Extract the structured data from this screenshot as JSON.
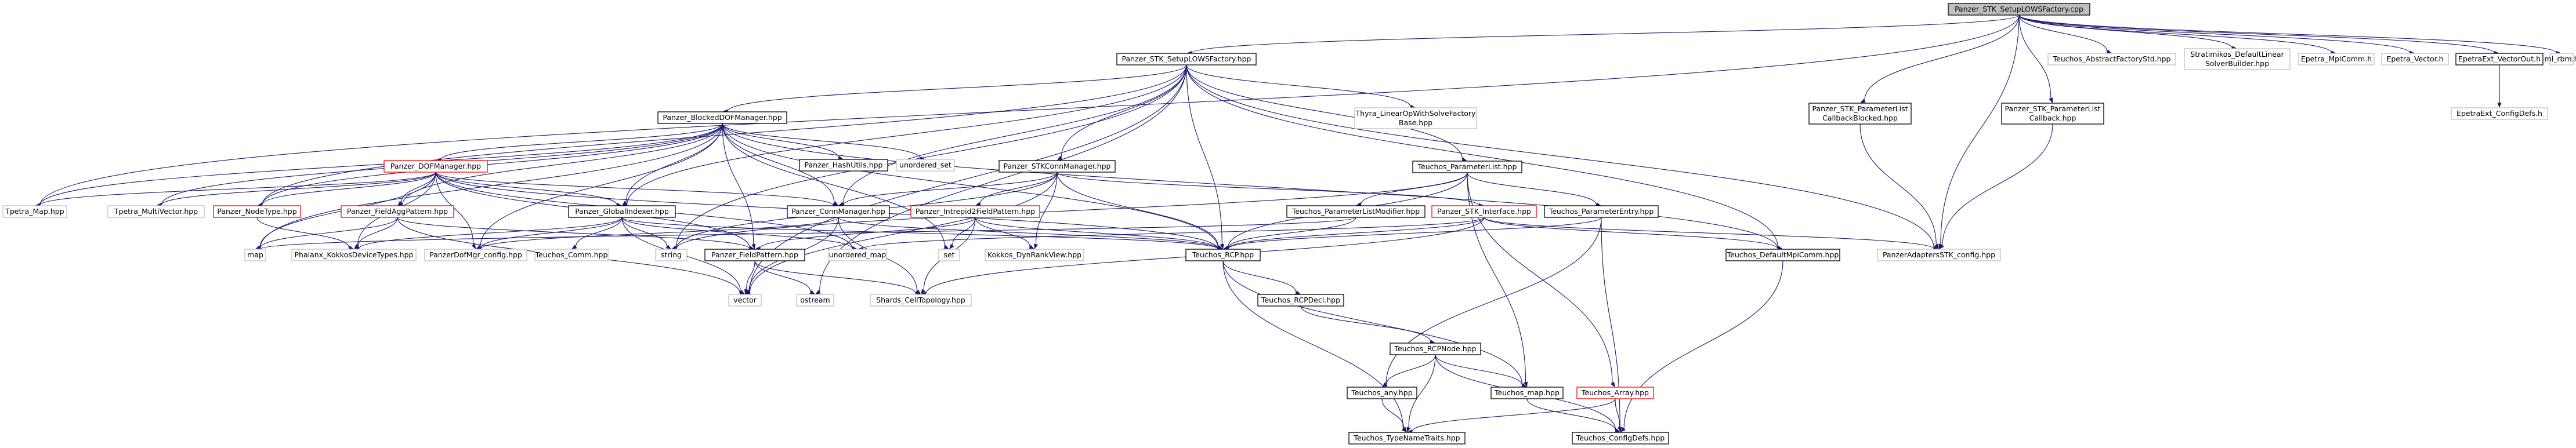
{
  "nodes": [
    {
      "id": "root",
      "label": "Panzer_STK_SetupLOWSFactory.cpp",
      "fill": "#bfbfbf",
      "stroke": "#000000",
      "link": false
    },
    {
      "id": "stkhpp",
      "label": "Panzer_STK_SetupLOWSFactory.hpp",
      "fill": "#ffffff",
      "stroke": "#000000",
      "link": true
    },
    {
      "id": "abs_std",
      "label": "Teuchos_AbstractFactoryStd.hpp",
      "fill": "#ffffff",
      "stroke": "#bfbfbf",
      "link": false
    },
    {
      "id": "strat",
      "label": "Stratimikos_DefaultLinear",
      "label2": "SolverBuilder.hpp",
      "fill": "#ffffff",
      "stroke": "#bfbfbf",
      "link": false
    },
    {
      "id": "epetra_mpi",
      "label": "Epetra_MpiComm.h",
      "fill": "#ffffff",
      "stroke": "#bfbfbf",
      "link": false
    },
    {
      "id": "epetra_vec",
      "label": "Epetra_Vector.h",
      "fill": "#ffffff",
      "stroke": "#bfbfbf",
      "link": false
    },
    {
      "id": "epetraext_vo",
      "label": "EpetraExt_VectorOut.h",
      "fill": "#ffffff",
      "stroke": "#000000",
      "link": true
    },
    {
      "id": "mlrbm",
      "label": "ml_rbm.h",
      "fill": "#ffffff",
      "stroke": "#bfbfbf",
      "link": false
    },
    {
      "id": "pl_cb_blocked",
      "label": "Panzer_STK_ParameterList",
      "label2": "CallbackBlocked.hpp",
      "fill": "#ffffff",
      "stroke": "#000000",
      "link": true
    },
    {
      "id": "pl_cb",
      "label": "Panzer_STK_ParameterList",
      "label2": "Callback.hpp",
      "fill": "#ffffff",
      "stroke": "#000000",
      "link": true
    },
    {
      "id": "epetraext_cfg",
      "label": "EpetraExt_ConfigDefs.h",
      "fill": "#ffffff",
      "stroke": "#bfbfbf",
      "link": false
    },
    {
      "id": "blocked",
      "label": "Panzer_BlockedDOFManager.hpp",
      "fill": "#ffffff",
      "stroke": "#000000",
      "link": true
    },
    {
      "id": "thyra",
      "label": "Thyra_LinearOpWithSolveFactory",
      "label2": "Base.hpp",
      "fill": "#ffffff",
      "stroke": "#bfbfbf",
      "link": false
    },
    {
      "id": "tpl",
      "label": "Teuchos_ParameterList.hpp",
      "fill": "#ffffff",
      "stroke": "#000000",
      "link": true
    },
    {
      "id": "hashutils",
      "label": "Panzer_HashUtils.hpp",
      "fill": "#ffffff",
      "stroke": "#000000",
      "link": true
    },
    {
      "id": "unordered_set",
      "label": "unordered_set",
      "fill": "#ffffff",
      "stroke": "#bfbfbf",
      "link": false
    },
    {
      "id": "stkconn",
      "label": "Panzer_STKConnManager.hpp",
      "fill": "#ffffff",
      "stroke": "#000000",
      "link": true
    },
    {
      "id": "dofmgr",
      "label": "Panzer_DOFManager.hpp",
      "fill": "#ffffff",
      "stroke": "#ff0000",
      "link": true
    },
    {
      "id": "tpetra_map",
      "label": "Tpetra_Map.hpp",
      "fill": "#ffffff",
      "stroke": "#bfbfbf",
      "link": false
    },
    {
      "id": "tpetra_mv",
      "label": "Tpetra_MultiVector.hpp",
      "fill": "#ffffff",
      "stroke": "#bfbfbf",
      "link": false
    },
    {
      "id": "nodetype",
      "label": "Panzer_NodeType.hpp",
      "fill": "#ffffff",
      "stroke": "#ff0000",
      "link": true
    },
    {
      "id": "fieldagg",
      "label": "Panzer_FieldAggPattern.hpp",
      "fill": "#ffffff",
      "stroke": "#ff0000",
      "link": true
    },
    {
      "id": "globalidx",
      "label": "Panzer_GlobalIndexer.hpp",
      "fill": "#ffffff",
      "stroke": "#000000",
      "link": true
    },
    {
      "id": "connmgr",
      "label": "Panzer_ConnManager.hpp",
      "fill": "#ffffff",
      "stroke": "#000000",
      "link": true
    },
    {
      "id": "intrepid",
      "label": "Panzer_Intrepid2FieldPattern.hpp",
      "fill": "#ffffff",
      "stroke": "#ff0000",
      "link": true
    },
    {
      "id": "plmodifier",
      "label": "Teuchos_ParameterListModifier.hpp",
      "fill": "#ffffff",
      "stroke": "#000000",
      "link": true
    },
    {
      "id": "stkiface",
      "label": "Panzer_STK_Interface.hpp",
      "fill": "#ffffff",
      "stroke": "#ff0000",
      "link": true
    },
    {
      "id": "pentry",
      "label": "Teuchos_ParameterEntry.hpp",
      "fill": "#ffffff",
      "stroke": "#000000",
      "link": true
    },
    {
      "id": "map",
      "label": "map",
      "fill": "#ffffff",
      "stroke": "#bfbfbf",
      "link": false
    },
    {
      "id": "phalanx",
      "label": "Phalanx_KokkosDeviceTypes.hpp",
      "fill": "#ffffff",
      "stroke": "#bfbfbf",
      "link": false
    },
    {
      "id": "panzer_cfg",
      "label": "PanzerDofMgr_config.hpp",
      "fill": "#ffffff",
      "stroke": "#bfbfbf",
      "link": false
    },
    {
      "id": "tcomm",
      "label": "Teuchos_Comm.hpp",
      "fill": "#ffffff",
      "stroke": "#bfbfbf",
      "link": false
    },
    {
      "id": "string",
      "label": "string",
      "fill": "#ffffff",
      "stroke": "#bfbfbf",
      "link": false
    },
    {
      "id": "fieldpattern",
      "label": "Panzer_FieldPattern.hpp",
      "fill": "#ffffff",
      "stroke": "#000000",
      "link": true
    },
    {
      "id": "unordered_map",
      "label": "unordered_map",
      "fill": "#ffffff",
      "stroke": "#bfbfbf",
      "link": false
    },
    {
      "id": "set",
      "label": "set",
      "fill": "#ffffff",
      "stroke": "#bfbfbf",
      "link": false
    },
    {
      "id": "kokkos_drv",
      "label": "Kokkos_DynRankView.hpp",
      "fill": "#ffffff",
      "stroke": "#bfbfbf",
      "link": false
    },
    {
      "id": "rcp",
      "label": "Teuchos_RCP.hpp",
      "fill": "#ffffff",
      "stroke": "#000000",
      "link": true
    },
    {
      "id": "defmpicomm",
      "label": "Teuchos_DefaultMpiComm.hpp",
      "fill": "#ffffff",
      "stroke": "#000000",
      "link": true
    },
    {
      "id": "adaptstk",
      "label": "PanzerAdaptersSTK_config.hpp",
      "fill": "#ffffff",
      "stroke": "#bfbfbf",
      "link": false
    },
    {
      "id": "vector",
      "label": "vector",
      "fill": "#ffffff",
      "stroke": "#bfbfbf",
      "link": false
    },
    {
      "id": "ostream",
      "label": "ostream",
      "fill": "#ffffff",
      "stroke": "#bfbfbf",
      "link": false
    },
    {
      "id": "shards",
      "label": "Shards_CellTopology.hpp",
      "fill": "#ffffff",
      "stroke": "#bfbfbf",
      "link": false
    },
    {
      "id": "rcpdecl",
      "label": "Teuchos_RCPDecl.hpp",
      "fill": "#ffffff",
      "stroke": "#000000",
      "link": true
    },
    {
      "id": "rcpnode",
      "label": "Teuchos_RCPNode.hpp",
      "fill": "#ffffff",
      "stroke": "#000000",
      "link": true
    },
    {
      "id": "tany",
      "label": "Teuchos_any.hpp",
      "fill": "#ffffff",
      "stroke": "#000000",
      "link": true
    },
    {
      "id": "tmap",
      "label": "Teuchos_map.hpp",
      "fill": "#ffffff",
      "stroke": "#000000",
      "link": true
    },
    {
      "id": "tarray",
      "label": "Teuchos_Array.hpp",
      "fill": "#ffffff",
      "stroke": "#ff0000",
      "link": true
    },
    {
      "id": "typenametraits",
      "label": "Teuchos_TypeNameTraits.hpp",
      "fill": "#ffffff",
      "stroke": "#000000",
      "link": true
    },
    {
      "id": "configdefs",
      "label": "Teuchos_ConfigDefs.hpp",
      "fill": "#ffffff",
      "stroke": "#000000",
      "link": true
    }
  ],
  "edges": [
    [
      "root",
      "stkhpp"
    ],
    [
      "root",
      "abs_std"
    ],
    [
      "root",
      "strat"
    ],
    [
      "root",
      "epetra_mpi"
    ],
    [
      "root",
      "epetra_vec"
    ],
    [
      "root",
      "epetraext_vo"
    ],
    [
      "root",
      "mlrbm"
    ],
    [
      "root",
      "pl_cb_blocked"
    ],
    [
      "root",
      "pl_cb"
    ],
    [
      "root",
      "adaptstk"
    ],
    [
      "root",
      "tpetra_map"
    ],
    [
      "epetraext_vo",
      "epetraext_cfg"
    ],
    [
      "pl_cb_blocked",
      "adaptstk"
    ],
    [
      "pl_cb",
      "adaptstk"
    ],
    [
      "stkhpp",
      "blocked"
    ],
    [
      "stkhpp",
      "thyra"
    ],
    [
      "stkhpp",
      "tpl"
    ],
    [
      "stkhpp",
      "stkconn"
    ],
    [
      "stkhpp",
      "connmgr"
    ],
    [
      "stkhpp",
      "globalidx"
    ],
    [
      "stkhpp",
      "rcp"
    ],
    [
      "stkhpp",
      "string"
    ],
    [
      "stkhpp",
      "vector"
    ],
    [
      "stkhpp",
      "ostream"
    ],
    [
      "stkhpp",
      "adaptstk"
    ],
    [
      "stkhpp",
      "defmpicomm"
    ],
    [
      "stkhpp",
      "nodetype"
    ],
    [
      "blocked",
      "hashutils"
    ],
    [
      "blocked",
      "unordered_set"
    ],
    [
      "blocked",
      "dofmgr"
    ],
    [
      "blocked",
      "globalidx"
    ],
    [
      "blocked",
      "fieldagg"
    ],
    [
      "blocked",
      "connmgr"
    ],
    [
      "blocked",
      "fieldpattern"
    ],
    [
      "blocked",
      "nodetype"
    ],
    [
      "blocked",
      "tpetra_map"
    ],
    [
      "blocked",
      "tpetra_mv"
    ],
    [
      "blocked",
      "rcp"
    ],
    [
      "blocked",
      "defmpicomm"
    ],
    [
      "blocked",
      "map"
    ],
    [
      "blocked",
      "set"
    ],
    [
      "blocked",
      "panzer_cfg"
    ],
    [
      "dofmgr",
      "globalidx"
    ],
    [
      "dofmgr",
      "fieldagg"
    ],
    [
      "dofmgr",
      "nodetype"
    ],
    [
      "dofmgr",
      "map"
    ],
    [
      "dofmgr",
      "phalanx"
    ],
    [
      "dofmgr",
      "panzer_cfg"
    ],
    [
      "dofmgr",
      "fieldpattern"
    ],
    [
      "dofmgr",
      "connmgr"
    ],
    [
      "dofmgr",
      "rcp"
    ],
    [
      "dofmgr",
      "tpetra_mv"
    ],
    [
      "dofmgr",
      "tpetra_map"
    ],
    [
      "dofmgr",
      "unordered_map"
    ],
    [
      "fieldagg",
      "phalanx"
    ],
    [
      "fieldagg",
      "fieldpattern"
    ],
    [
      "fieldagg",
      "map"
    ],
    [
      "fieldagg",
      "vector"
    ],
    [
      "globalidx",
      "phalanx"
    ],
    [
      "globalidx",
      "panzer_cfg"
    ],
    [
      "globalidx",
      "tcomm"
    ],
    [
      "globalidx",
      "vector"
    ],
    [
      "globalidx",
      "rcp"
    ],
    [
      "globalidx",
      "unordered_map"
    ],
    [
      "globalidx",
      "string"
    ],
    [
      "nodetype",
      "phalanx"
    ],
    [
      "connmgr",
      "rcp"
    ],
    [
      "connmgr",
      "vector"
    ],
    [
      "connmgr",
      "shards"
    ],
    [
      "connmgr",
      "panzer_cfg"
    ],
    [
      "stkconn",
      "connmgr"
    ],
    [
      "stkconn",
      "intrepid"
    ],
    [
      "stkconn",
      "stkiface"
    ],
    [
      "stkconn",
      "rcp"
    ],
    [
      "stkconn",
      "kokkos_drv"
    ],
    [
      "stkconn",
      "vector"
    ],
    [
      "stkconn",
      "string"
    ],
    [
      "intrepid",
      "fieldpattern"
    ],
    [
      "intrepid",
      "kokkos_drv"
    ],
    [
      "intrepid",
      "set"
    ],
    [
      "intrepid",
      "rcp"
    ],
    [
      "intrepid",
      "shards"
    ],
    [
      "tpl",
      "plmodifier"
    ],
    [
      "tpl",
      "pentry"
    ],
    [
      "tpl",
      "rcp"
    ],
    [
      "tpl",
      "tmap"
    ],
    [
      "tpl",
      "tarray"
    ],
    [
      "tpl",
      "string"
    ],
    [
      "plmodifier",
      "rcp"
    ],
    [
      "plmodifier",
      "map"
    ],
    [
      "stkiface",
      "rcp"
    ],
    [
      "stkiface",
      "adaptstk"
    ],
    [
      "stkiface",
      "defmpicomm"
    ],
    [
      "stkiface",
      "unordered_map"
    ],
    [
      "stkiface",
      "shards"
    ],
    [
      "pentry",
      "rcp"
    ],
    [
      "pentry",
      "tany"
    ],
    [
      "pentry",
      "configdefs"
    ],
    [
      "fieldpattern",
      "vector"
    ],
    [
      "fieldpattern",
      "ostream"
    ],
    [
      "fieldpattern",
      "shards"
    ],
    [
      "rcp",
      "rcpdecl"
    ],
    [
      "rcp",
      "tmap"
    ],
    [
      "rcp",
      "typenametraits"
    ],
    [
      "rcpdecl",
      "rcpnode"
    ],
    [
      "rcpnode",
      "tany"
    ],
    [
      "rcpnode",
      "tmap"
    ],
    [
      "rcpnode",
      "typenametraits"
    ],
    [
      "rcpnode",
      "configdefs"
    ],
    [
      "tany",
      "typenametraits"
    ],
    [
      "tmap",
      "configdefs"
    ],
    [
      "tarray",
      "configdefs"
    ],
    [
      "tarray",
      "typenametraits"
    ],
    [
      "defmpicomm",
      "configdefs"
    ]
  ]
}
